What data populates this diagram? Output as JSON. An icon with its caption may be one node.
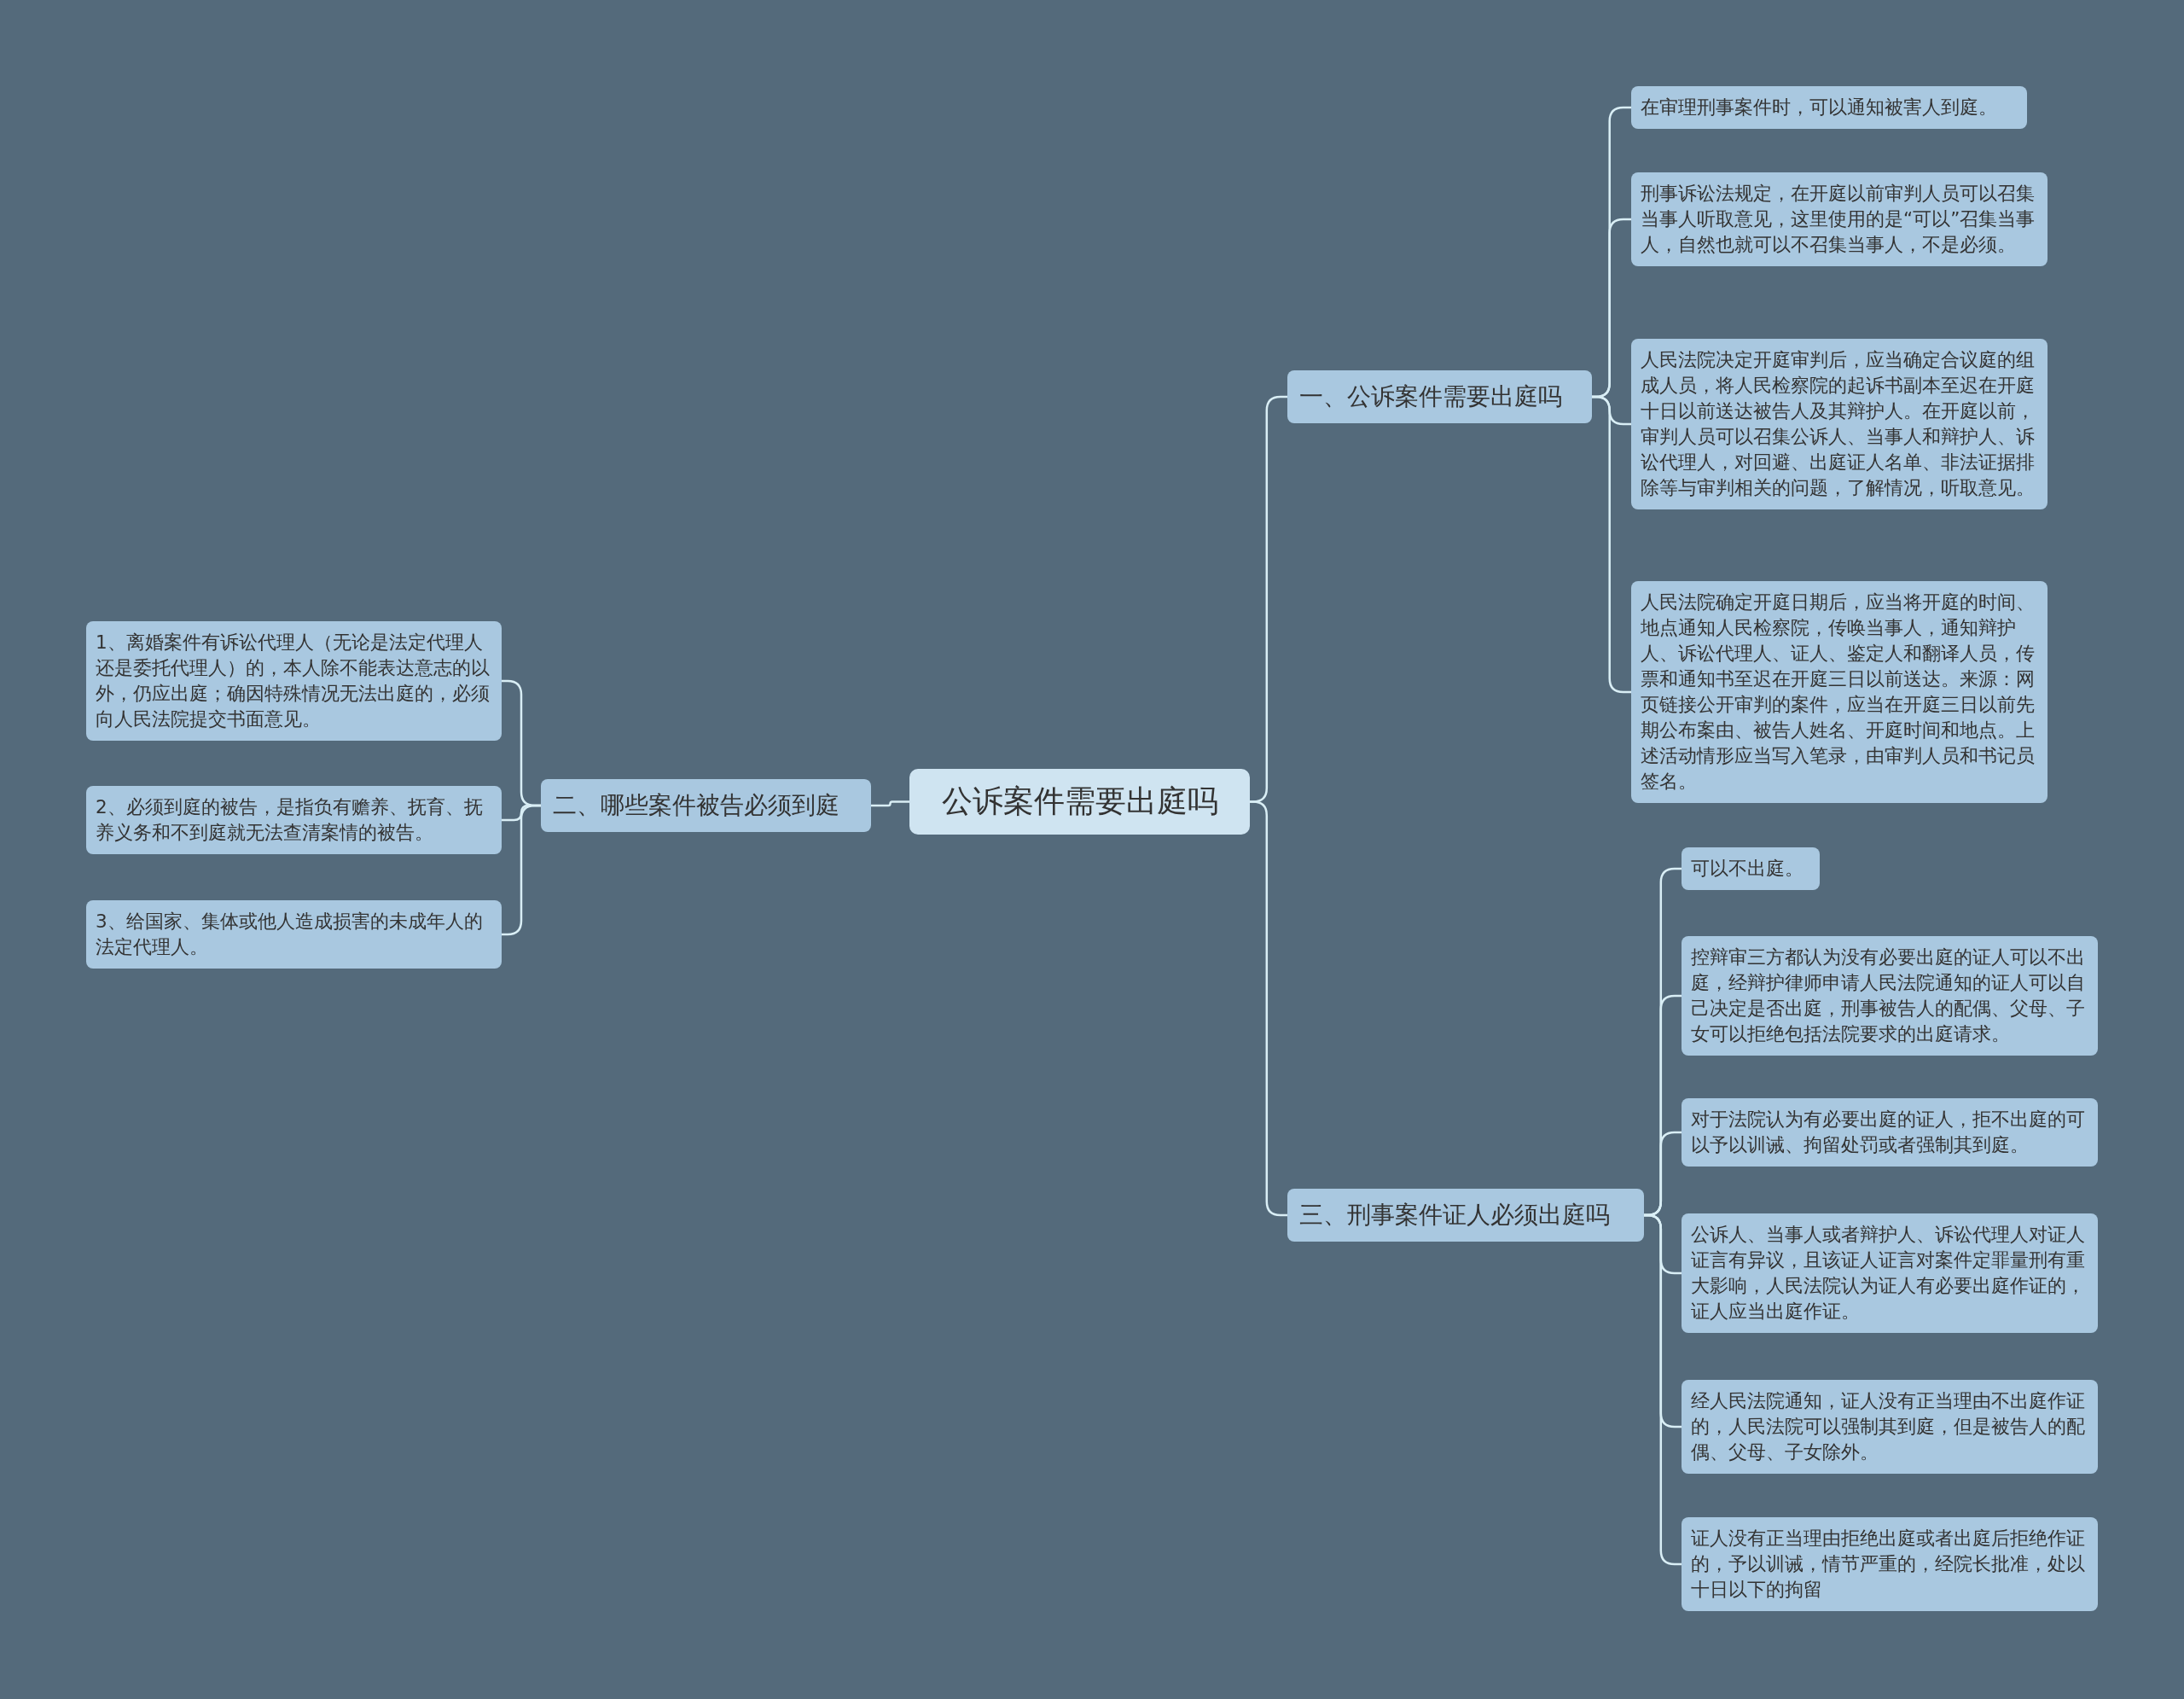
{
  "diagram": {
    "nodes": [
      {
        "text": [
          "公诉案件需要出庭吗"
        ]
      },
      {
        "text": [
          "一、公诉案件需要出庭吗"
        ]
      },
      {
        "text": [
          "在审理刑事案件时，可以通知被害人到庭。"
        ]
      },
      {
        "text": [
          "刑事诉讼法规定，在开庭以前审判人员可以召集当事人听取意见，这里使用的是“可以”召集当事人，自然也就可以不召集当事人，不是必须。"
        ]
      },
      {
        "text": [
          "人民法院决定开庭审判后，应当确定合议庭的组成人员，将人民检察院的起诉书副本至迟在开庭十日以前送达被告人及其辩护人。在开庭以前，审判人员可以召集公诉人、当事人和辩护人、诉讼代理人，对回避、出庭证人名单、非法证据排除等与审判相关的问题，了解情况，听取意见。"
        ]
      },
      {
        "text": [
          "人民法院确定开庭日期后，应当将开庭的时间、地点通知人民检察院，传唤当事人，通知辩护人、诉讼代理人、证人、鉴定人和翻译人员，传票和通知书至迟在开庭三日以前送达。来源：网页链接公开审判的案件，应当在开庭三日以前先期公布案由、被告人姓名、开庭时间和地点。上述活动情形应当写入笔录，由审判人员和书记员签名。"
        ]
      },
      {
        "text": [
          "二、哪些案件被告必须到庭"
        ]
      },
      {
        "text": [
          "1、离婚案件有诉讼代理人（无论是法定代理人还是委托代理人）的，本人除不能表达意志的以外，仍应出庭；确因特殊情况无法出庭的，必须向人民法院提交书面意见。"
        ]
      },
      {
        "text": [
          "2、必须到庭的被告，是指负有赡养、抚育、抚养义务和不到庭就无法查清案情的被告。"
        ]
      },
      {
        "text": [
          "3、给国家、集体或他人造成损害的未成年人的法定代理人。"
        ]
      },
      {
        "text": [
          "三、刑事案件证人必须出庭吗"
        ]
      },
      {
        "text": [
          "可以不出庭。"
        ]
      },
      {
        "text": [
          "控辩审三方都认为没有必要出庭的证人可以不出庭，经辩护律师申请人民法院通知的证人可以自己决定是否出庭，刑事被告人的配偶、父母、子女可以拒绝包括法院要求的出庭请求。"
        ]
      },
      {
        "text": [
          "对于法院认为有必要出庭的证人，拒不出庭的可以予以训诫、拘留处罚或者强制其到庭。"
        ]
      },
      {
        "text": [
          "公诉人、当事人或者辩护人、诉讼代理人对证人证言有异议，且该证人证言对案件定罪量刑有重大影响，人民法院认为证人有必要出庭作证的，证人应当出庭作证。"
        ]
      },
      {
        "text": [
          "经人民法院通知，证人没有正当理由不出庭作证的，人民法院可以强制其到庭，但是被告人的配偶、父母、子女除外。"
        ]
      },
      {
        "text": [
          "证人没有正当理由拒绝出庭或者出庭后拒绝作证的，予以训诫，情节严重的，经院长批准，处以十日以下的拘留"
        ]
      }
    ],
    "edges": [
      {
        "from": 0,
        "to": 1,
        "arrow": "none"
      },
      {
        "from": 1,
        "to": 2,
        "arrow": "none"
      },
      {
        "from": 1,
        "to": 3,
        "arrow": "none"
      },
      {
        "from": 1,
        "to": 4,
        "arrow": "none"
      },
      {
        "from": 1,
        "to": 5,
        "arrow": "none"
      },
      {
        "from": 0,
        "to": 6,
        "arrow": "none"
      },
      {
        "from": 6,
        "to": 7,
        "arrow": "none"
      },
      {
        "from": 6,
        "to": 8,
        "arrow": "none"
      },
      {
        "from": 6,
        "to": 9,
        "arrow": "none"
      },
      {
        "from": 0,
        "to": 10,
        "arrow": "none"
      },
      {
        "from": 10,
        "to": 11,
        "arrow": "none"
      },
      {
        "from": 10,
        "to": 12,
        "arrow": "none"
      },
      {
        "from": 10,
        "to": 13,
        "arrow": "none"
      },
      {
        "from": 10,
        "to": 14,
        "arrow": "none"
      },
      {
        "from": 10,
        "to": 15,
        "arrow": "none"
      },
      {
        "from": 10,
        "to": 16,
        "arrow": "none"
      }
    ]
  }
}
